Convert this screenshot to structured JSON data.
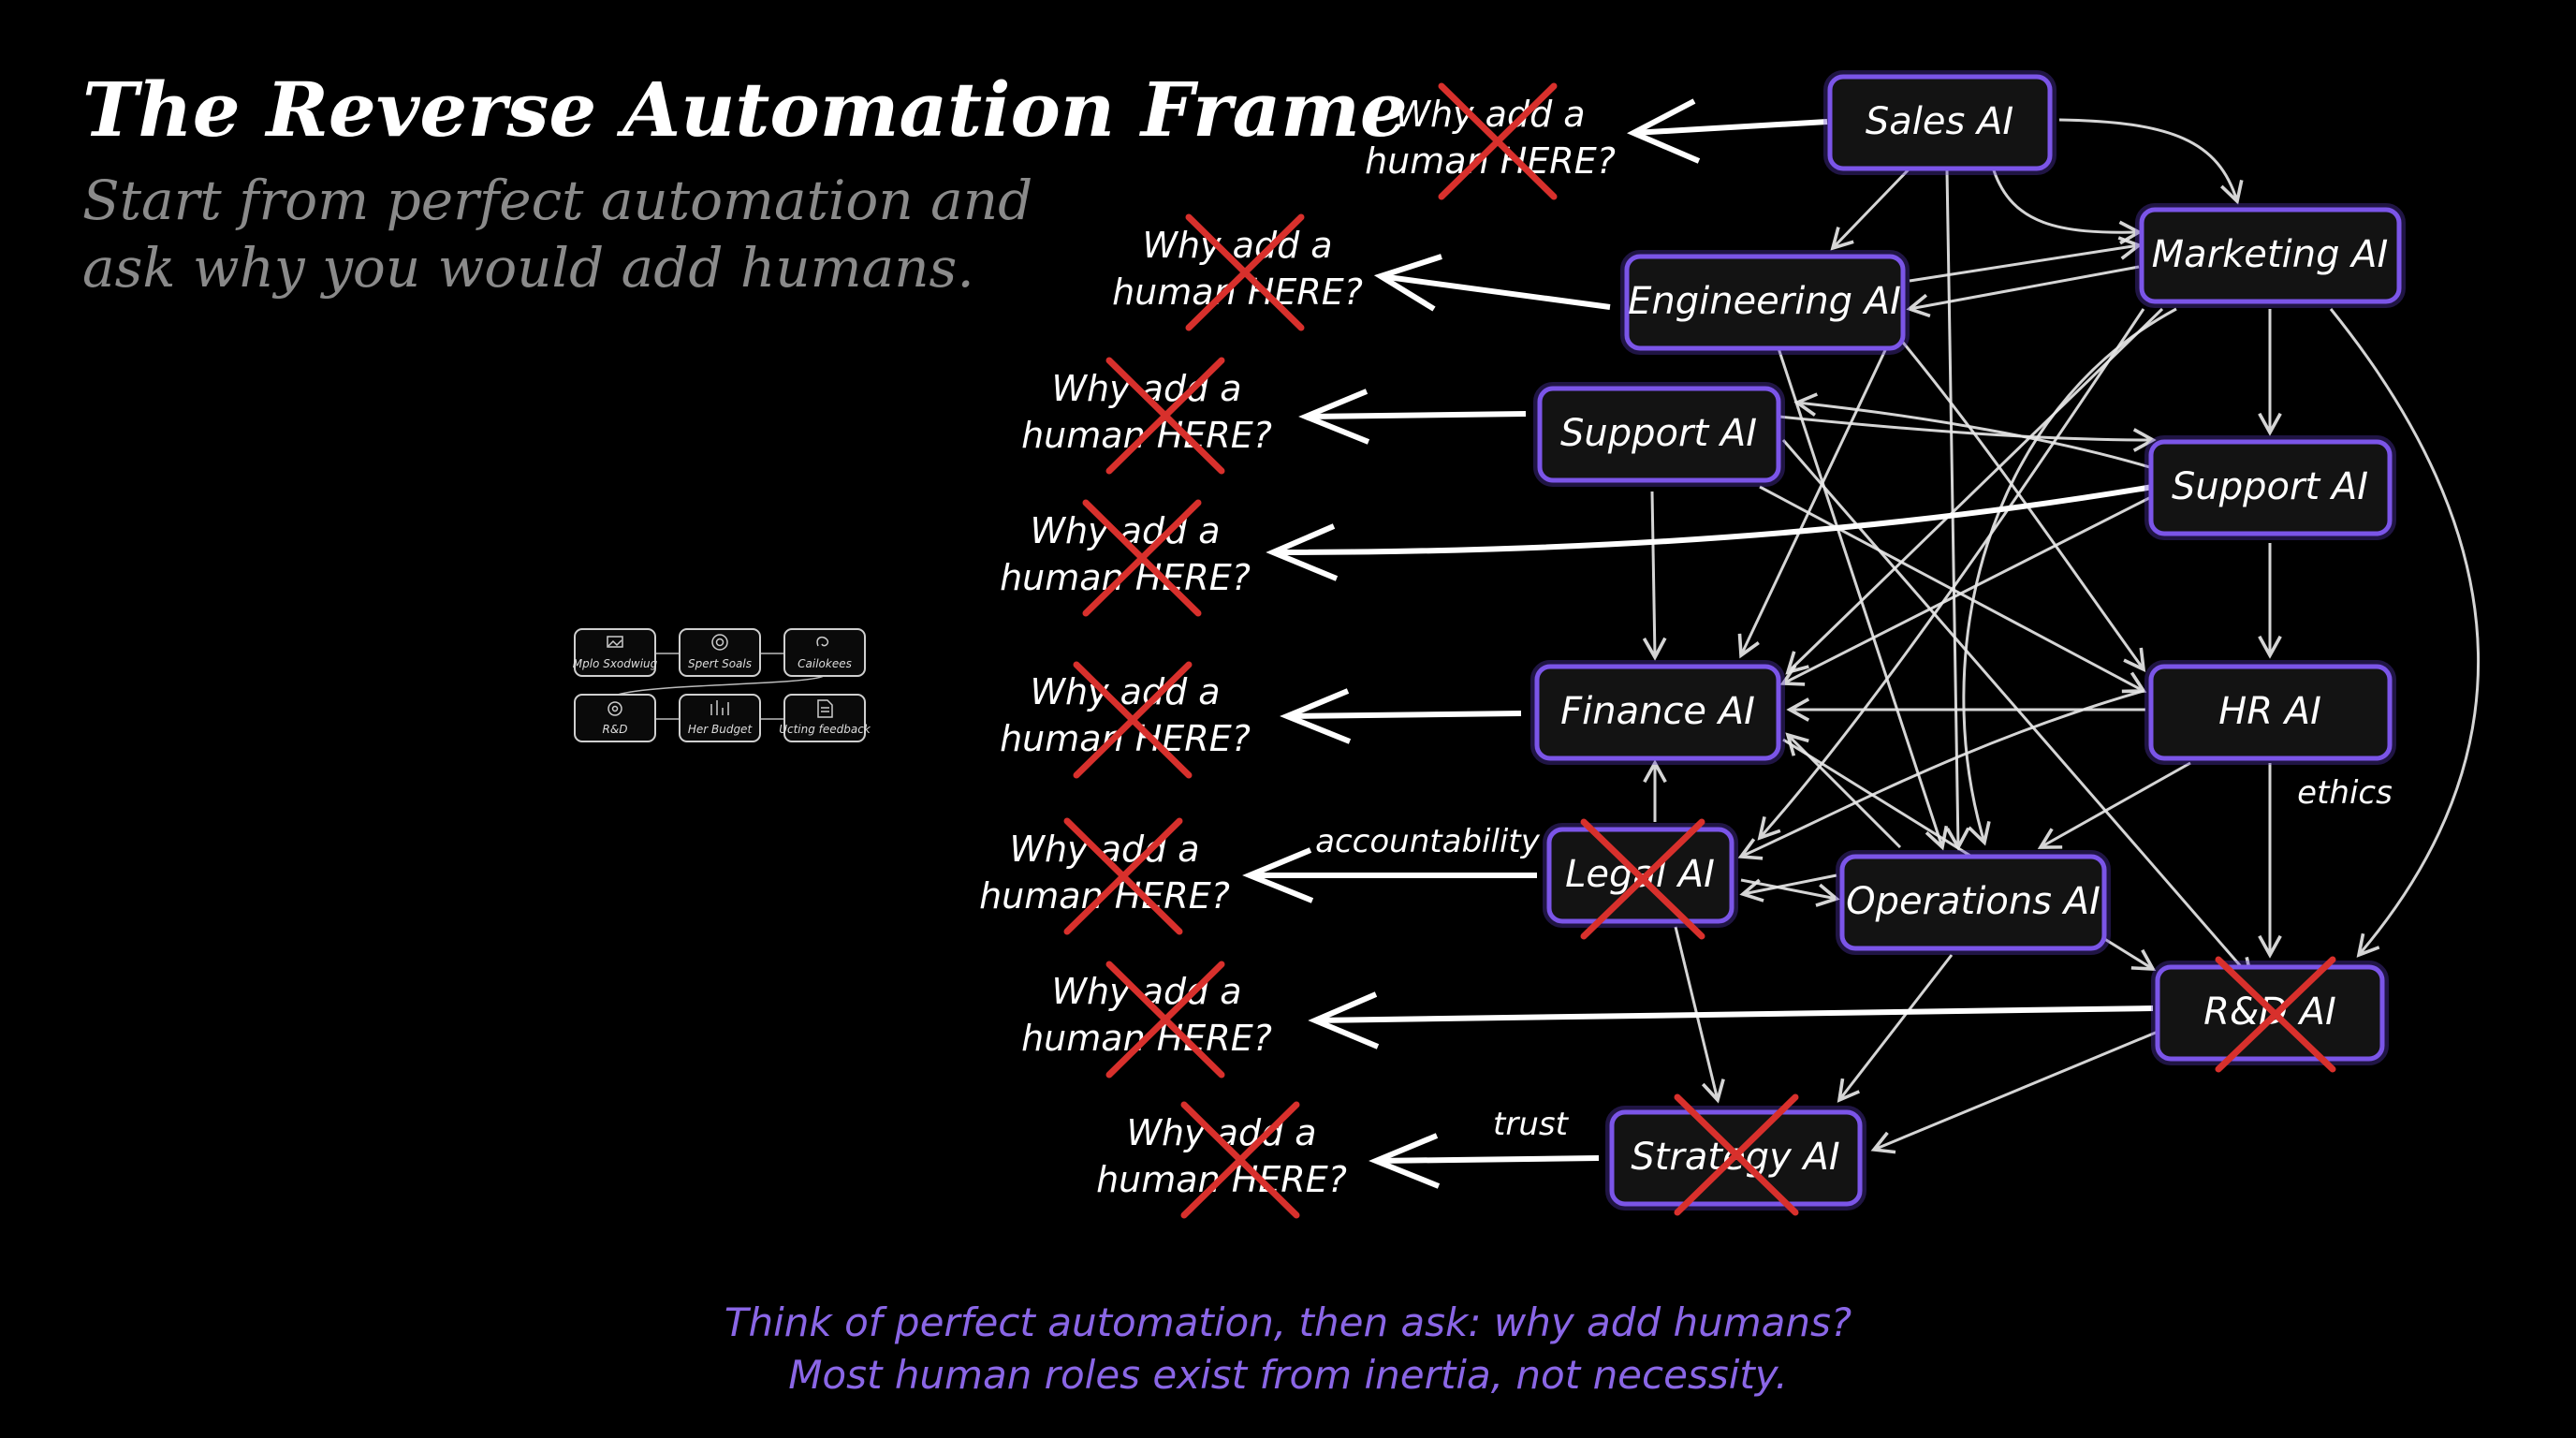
{
  "header": {
    "title": "The Reverse Automation Frame",
    "subtitle_line1": "Start from perfect automation and",
    "subtitle_line2": "ask why you would add humans."
  },
  "footer": {
    "line1": "Think of perfect automation, then ask: why add humans?",
    "line2": "Most human roles exist from inertia, not necessity."
  },
  "colors": {
    "accent": "#7b55e8",
    "cross": "#d8302c",
    "footer_text": "#8a66e6",
    "subtitle_text": "#8a8a8a"
  },
  "question": {
    "line1": "Why add a",
    "line2": "human HERE?"
  },
  "nodes": [
    {
      "id": "sales",
      "label": "Sales AI",
      "crossed": false
    },
    {
      "id": "marketing",
      "label": "Marketing AI",
      "crossed": false
    },
    {
      "id": "engineering",
      "label": "Engineering AI",
      "crossed": false
    },
    {
      "id": "support_left",
      "label": "Support AI",
      "crossed": false
    },
    {
      "id": "support_right",
      "label": "Support AI",
      "crossed": false
    },
    {
      "id": "finance",
      "label": "Finance AI",
      "crossed": false
    },
    {
      "id": "hr",
      "label": "HR AI",
      "crossed": false
    },
    {
      "id": "legal",
      "label": "Legal AI",
      "crossed": true
    },
    {
      "id": "operations",
      "label": "Operations AI",
      "crossed": false
    },
    {
      "id": "rnd",
      "label": "R&D AI",
      "crossed": true
    },
    {
      "id": "strategy",
      "label": "Strategy AI",
      "crossed": true
    }
  ],
  "edge_labels": {
    "accountability": "accountability",
    "trust": "trust",
    "ethics": "ethics"
  },
  "thumbnail": {
    "items": [
      {
        "label": "Mplo Sxodwiug",
        "icon": "image-icon"
      },
      {
        "label": "Spert Soals",
        "icon": "target-icon"
      },
      {
        "label": "Cailokees",
        "icon": "link-icon"
      },
      {
        "label": "R&D",
        "icon": "gear-icon"
      },
      {
        "label": "Her Budget",
        "icon": "chart-icon"
      },
      {
        "label": "Ucting feedback",
        "icon": "document-icon"
      }
    ]
  }
}
